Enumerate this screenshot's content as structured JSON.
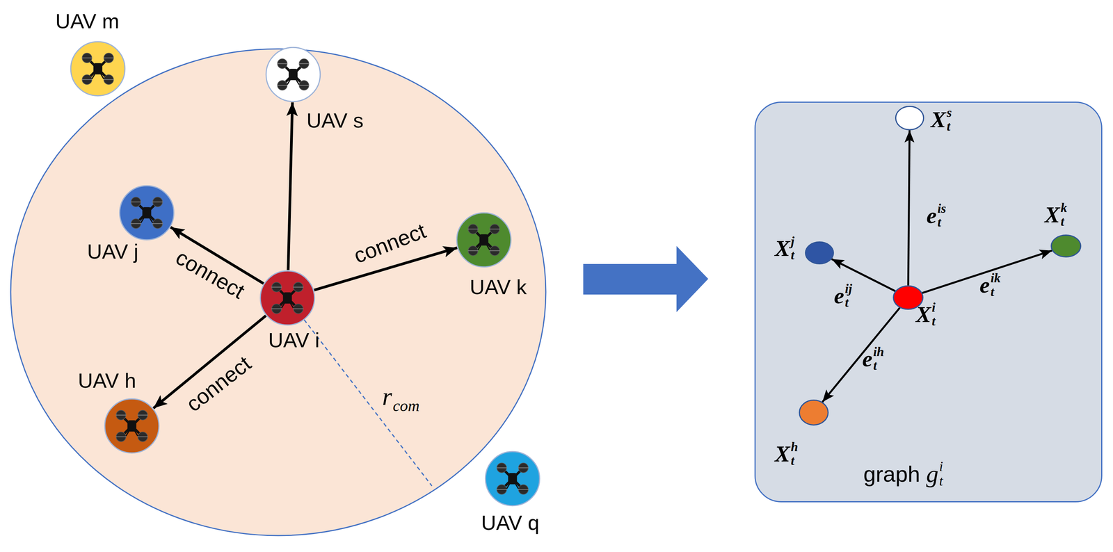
{
  "diagram": {
    "nodes": [
      {
        "text": [
          "UAV m"
        ]
      },
      {
        "text": [
          "UAV s"
        ]
      },
      {
        "text": [
          "UAV j"
        ]
      },
      {
        "text": [
          "UAV k"
        ]
      },
      {
        "text": [
          "UAV i"
        ]
      },
      {
        "text": [
          "UAV h"
        ]
      },
      {
        "text": [
          "UAV q"
        ]
      },
      {
        "text": [
          "graph",
          "g",
          "t",
          "i"
        ]
      },
      {
        "text": [
          "X",
          "t",
          "s"
        ],
        "in": 7
      },
      {
        "text": [
          "X",
          "t",
          "j"
        ],
        "in": 7
      },
      {
        "text": [
          "X",
          "t",
          "k"
        ],
        "in": 7
      },
      {
        "text": [
          "X",
          "t",
          "i"
        ],
        "in": 7
      },
      {
        "text": [
          "X",
          "t",
          "h"
        ],
        "in": 7
      }
    ],
    "edges": [
      {
        "from": 4,
        "to": 1,
        "arrow": "to"
      },
      {
        "from": 4,
        "to": 2,
        "label": "connect",
        "arrow": "to"
      },
      {
        "from": 4,
        "to": 3,
        "label": "connect",
        "arrow": "to"
      },
      {
        "from": 4,
        "to": 5,
        "label": "connect",
        "arrow": "to"
      },
      {
        "from": 11,
        "to": 8,
        "label": "e",
        "arrow": "to"
      },
      {
        "from": 11,
        "to": 9,
        "label": "e",
        "arrow": "to"
      },
      {
        "from": 11,
        "to": 10,
        "label": "e",
        "arrow": "to"
      },
      {
        "from": 11,
        "to": 12,
        "label": "e",
        "arrow": "to"
      }
    ],
    "labels": [
      "r",
      "com",
      "t",
      "is",
      "t",
      "ij",
      "t",
      "ik",
      "t",
      "ih"
    ]
  }
}
